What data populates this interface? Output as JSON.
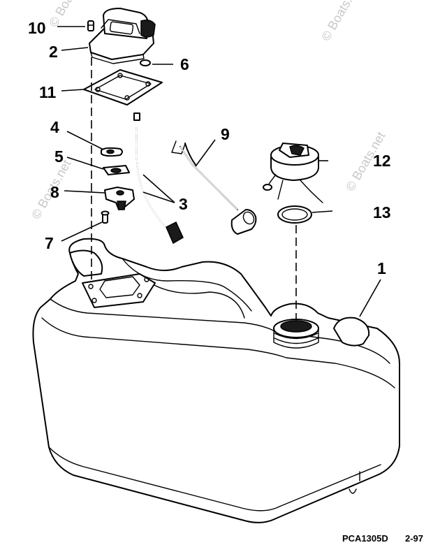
{
  "callouts": {
    "c1": "1",
    "c2": "2",
    "c3": "3",
    "c4": "4",
    "c5": "5",
    "c6": "6",
    "c7": "7",
    "c8": "8",
    "c9": "9",
    "c10": "10",
    "c11": "11",
    "c12": "12",
    "c13": "13"
  },
  "footer": {
    "code": "PCA1305D",
    "date": "2-97"
  },
  "watermark": "© Boats.net"
}
